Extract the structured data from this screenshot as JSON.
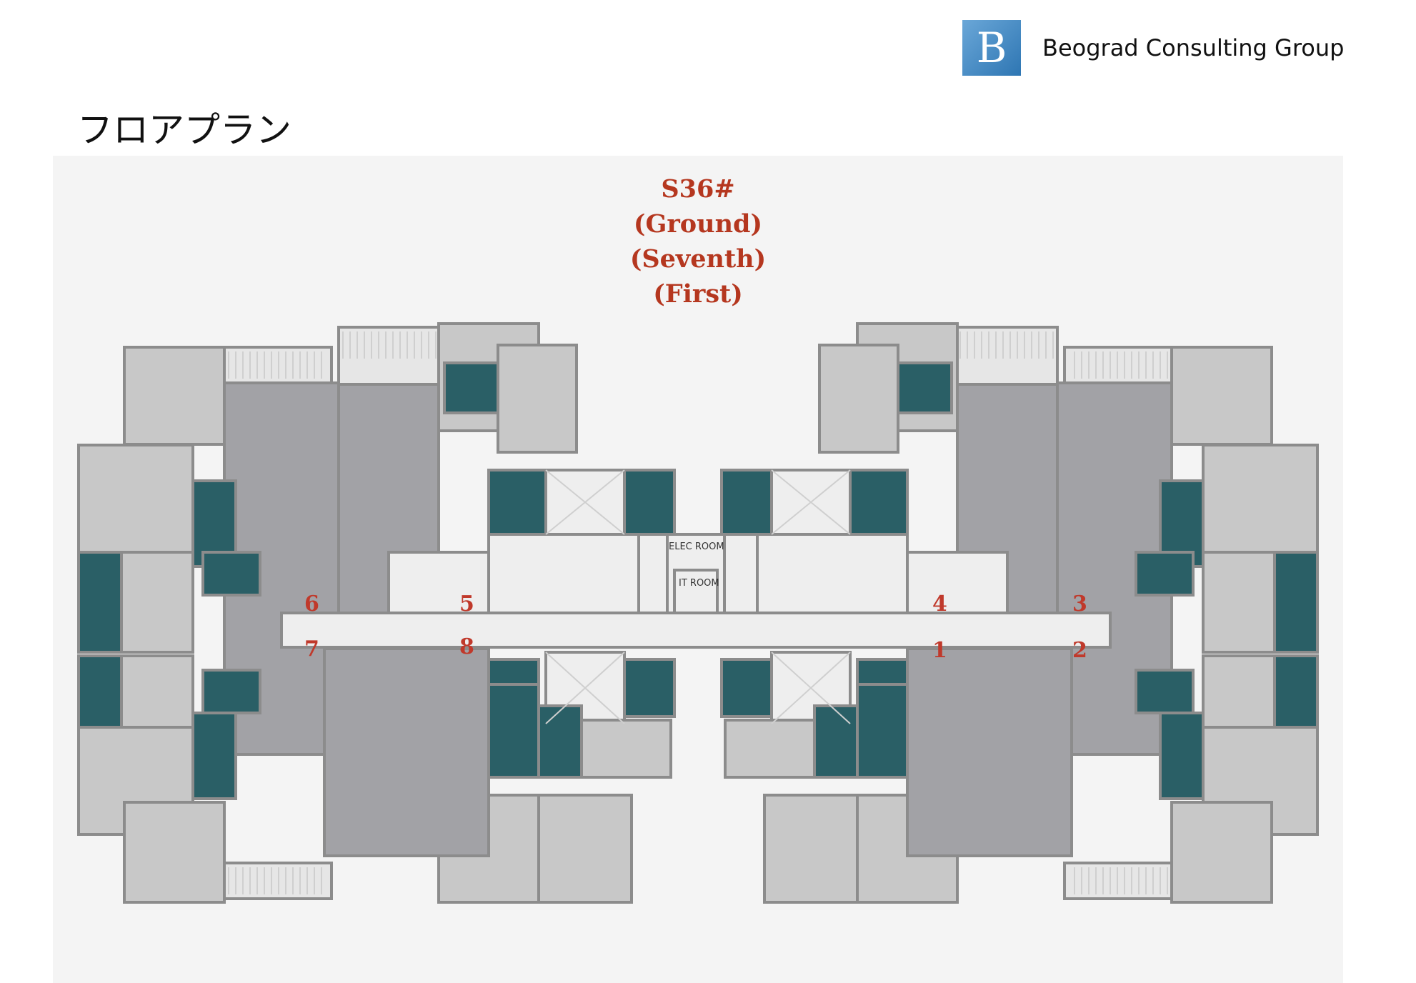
{
  "header": {
    "logo_letter": "B",
    "company_name": "Beograd Consulting Group"
  },
  "page": {
    "title": "フロアプラン"
  },
  "plan": {
    "title_lines": [
      "S36#",
      "(Ground)",
      "(Seventh)",
      "(First)"
    ],
    "room_labels": {
      "elec": "ELEC ROOM",
      "it": "IT ROOM"
    },
    "unit_numbers": [
      "1",
      "2",
      "3",
      "4",
      "5",
      "6",
      "7",
      "8"
    ],
    "colors": {
      "wall": "#8c8c8c",
      "living": "#a2a2a6",
      "bedroom": "#c8c8c8",
      "bath": "#2a5f66",
      "corridor": "#eeeeee",
      "accent": "#c0392b"
    }
  }
}
